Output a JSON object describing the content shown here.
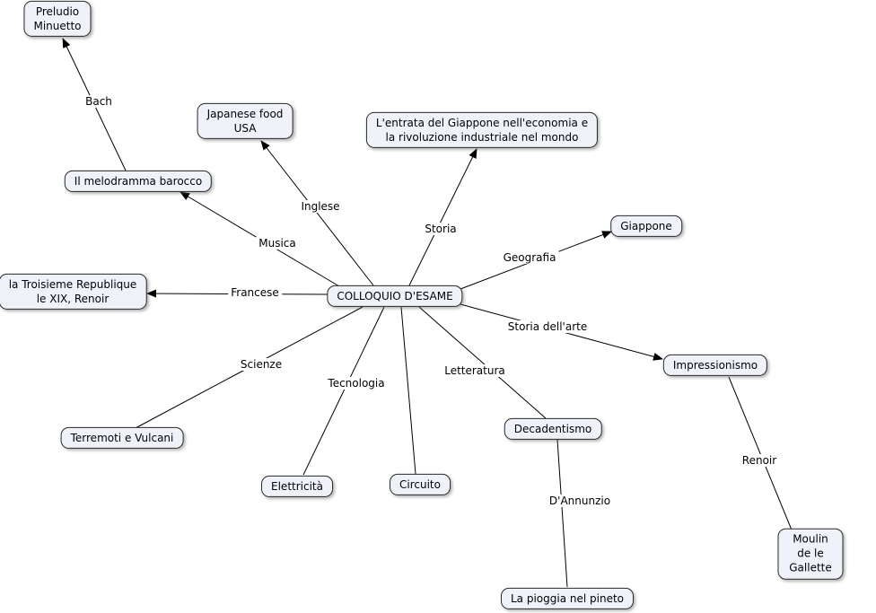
{
  "canvas": {
    "background": "#ffffff",
    "node_fill": "#eff3f9",
    "node_border": "#2a2a2a",
    "line_color": "#000000"
  },
  "nodes": [
    {
      "id": "preludio-minuetto",
      "label": "Preludio\nMinuetto"
    },
    {
      "id": "japanese-food-usa",
      "label": "Japanese food\nUSA"
    },
    {
      "id": "entrata-giappone",
      "label": "L'entrata del Giappone nell'economia e\nla rivoluzione industriale nel mondo"
    },
    {
      "id": "il-melodramma-barocco",
      "label": "Il melodramma barocco"
    },
    {
      "id": "giappone",
      "label": "Giappone"
    },
    {
      "id": "la-troisieme-republique",
      "label": "la Troisieme Republique\nle XIX, Renoir"
    },
    {
      "id": "colloquio-desame",
      "label": "COLLOQUIO D'ESAME"
    },
    {
      "id": "impressionismo",
      "label": "Impressionismo"
    },
    {
      "id": "decadentismo",
      "label": "Decadentismo"
    },
    {
      "id": "terremoti-e-vulcani",
      "label": "Terremoti e Vulcani"
    },
    {
      "id": "elettricita",
      "label": "Elettricità"
    },
    {
      "id": "circuito",
      "label": "Circuito"
    },
    {
      "id": "moulin-de-le-gallette",
      "label": "Moulin de le Gallette"
    },
    {
      "id": "la-pioggia-nel-pineto",
      "label": "La pioggia nel pineto"
    }
  ],
  "edges": [
    {
      "label": "Bach",
      "from": "il-melodramma-barocco",
      "to": "preludio-minuetto",
      "arrow": true
    },
    {
      "label": "Inglese",
      "from": "colloquio-desame",
      "to": "japanese-food-usa",
      "arrow": true
    },
    {
      "label": "Storia",
      "from": "colloquio-desame",
      "to": "entrata-giappone",
      "arrow": true
    },
    {
      "label": "Musica",
      "from": "colloquio-desame",
      "to": "il-melodramma-barocco",
      "arrow": true
    },
    {
      "label": "Geografia",
      "from": "colloquio-desame",
      "to": "giappone",
      "arrow": true
    },
    {
      "label": "Francese",
      "from": "colloquio-desame",
      "to": "la-troisieme-republique",
      "arrow": true
    },
    {
      "label": "Storia dell'arte",
      "from": "colloquio-desame",
      "to": "impressionismo",
      "arrow": true
    },
    {
      "label": "Scienze",
      "from": "colloquio-desame",
      "to": "terremoti-e-vulcani",
      "arrow": false
    },
    {
      "label": "Tecnologia",
      "from": "colloquio-desame",
      "to": "elettricita",
      "arrow": false
    },
    {
      "label": "",
      "from": "colloquio-desame",
      "to": "circuito",
      "arrow": false
    },
    {
      "label": "Letteratura",
      "from": "colloquio-desame",
      "to": "decadentismo",
      "arrow": false
    },
    {
      "label": "D'Annunzio",
      "from": "decadentismo",
      "to": "la-pioggia-nel-pineto",
      "arrow": false
    },
    {
      "label": "Renoir",
      "from": "impressionismo",
      "to": "moulin-de-le-gallette",
      "arrow": false
    }
  ]
}
